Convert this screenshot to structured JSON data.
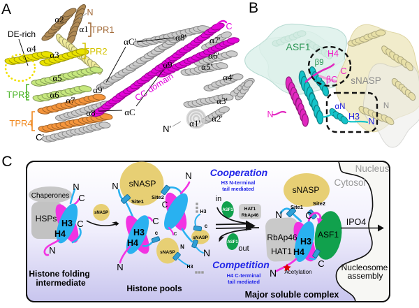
{
  "colors": {
    "h3_blue": "#29b1f0",
    "h4_magenta": "#f233e2",
    "snasp_yellow": "#e7cf74",
    "asf1_green": "#11a14d",
    "chaperone_gray": "#c7c7c7",
    "cc_magenta": "#e102dc",
    "tpr1_brown": "#a26a38",
    "tpr2_yellow": "#d4c300",
    "tpr3_green": "#4db52a",
    "tpr4_orange": "#f0881f",
    "title_blue": "#2125e8",
    "label_gray": "#999999",
    "box_bottom": "#c7c4ee",
    "acetyl_red": "#e00000",
    "asf1_text_green": "#2d9655",
    "magenta_label": "#f020c8",
    "blue_label": "#2222dd"
  },
  "panelA": {
    "label": "A",
    "n_term": "N",
    "c_term": "C",
    "n_prime": "N'",
    "c_prime": "C'",
    "de_rich": "DE-rich",
    "cc_domain": "CC domain",
    "tpr1": "TPR1",
    "tpr2": "TPR2",
    "tpr3": "TPR3",
    "tpr4": "TPR4",
    "helices": {
      "a1": "α1",
      "a2": "α2",
      "a3": "α3",
      "a4": "α4",
      "a5": "α5",
      "a6": "α6",
      "a7": "α7",
      "a8": "α8",
      "a9": "α9",
      "aC": "αC",
      "a1p": "α1'",
      "a2p": "α2'",
      "a3p": "α3'",
      "a4p": "α4'",
      "a5p": "α5'",
      "a6p": "α6'",
      "a7p": "α7'",
      "a8p": "α8'",
      "a9p": "α9'",
      "aCp": "αC'"
    }
  },
  "panelB": {
    "label": "B",
    "asf1": "ASF1",
    "snasp": "sNASP",
    "h3": "H3",
    "h4": "H4",
    "beta9": "β9",
    "betaC": "βC",
    "alphaN": "αN",
    "c_h4": "C",
    "n_h3": "N",
    "n_h4": "N",
    "n_snasp": "N"
  },
  "panelC": {
    "label": "C",
    "chaperones": "Chaperones",
    "hsps": "HSPs",
    "h3": "H3",
    "h4": "H4",
    "n": "N",
    "c": "C",
    "n_small": "N",
    "c_small": "c",
    "h3_small": "H3",
    "snasp": "sNASP",
    "site1": "Site1",
    "site2": "Site2",
    "histone_folding_line1": "Histone folding",
    "histone_folding_line2": "intermediate",
    "histone_pools": "Histone pools",
    "major_soluble_complex": "Major soluble complex",
    "cooperation": "Cooperation",
    "coop_line1": "H3 N-terminal",
    "coop_line2": "tail mediated",
    "competition": "Competition",
    "comp_line1": "H4 C-terminal",
    "comp_line2": "tail mediated",
    "in_label": "in",
    "out_label": "out",
    "asf1": "ASF1",
    "hat1": "HAT1",
    "rbap46": "RbAp46",
    "ipo4": "IPO4",
    "nucleus": "Nucleus",
    "cytosol": "Cytosol",
    "nucleosome_line1": "Nucleosome",
    "nucleosome_line2": "assembly",
    "acetylation": "Acetylation"
  }
}
